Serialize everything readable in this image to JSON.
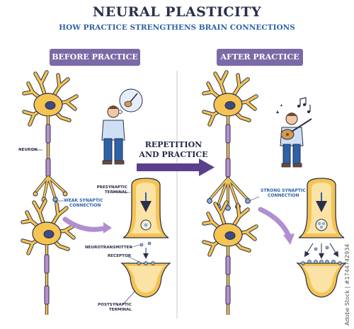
{
  "header": {
    "title": "NEURAL PLASTICITY",
    "subtitle": "HOW PRACTICE STRENGTHENS BRAIN CONNECTIONS"
  },
  "panels": {
    "before": "BEFORE PRACTICE",
    "after": "AFTER PRACTICE"
  },
  "center": {
    "line1": "REPETITION",
    "line2": "AND PRACTICE"
  },
  "labels": {
    "neuron": "NEURON",
    "weak_line1": "WEAK SYNAPTIC",
    "weak_line2": "CONNECTION",
    "presynaptic_line1": "PRESYNAPTIC",
    "presynaptic_line2": "TERMINAL",
    "neurotransmitter": "NEUROTRANSMITTER",
    "receptor": "RECEPTOR",
    "postsynaptic_line1": "POSTSYNAPTIC",
    "postsynaptic_line2": "TERMINAL",
    "strong_line1": "STRONG SYNAPTIC",
    "strong_line2": "CONNECTION"
  },
  "watermark": "Adobe Stock | #1744742934",
  "colors": {
    "neuron": "#f5c451",
    "outline": "#2b2f4a",
    "pill": "#7b6aa8",
    "arrow": "#5a3f8f",
    "accent_blue": "#2d62a8",
    "receptor": "#7fb2e0"
  }
}
